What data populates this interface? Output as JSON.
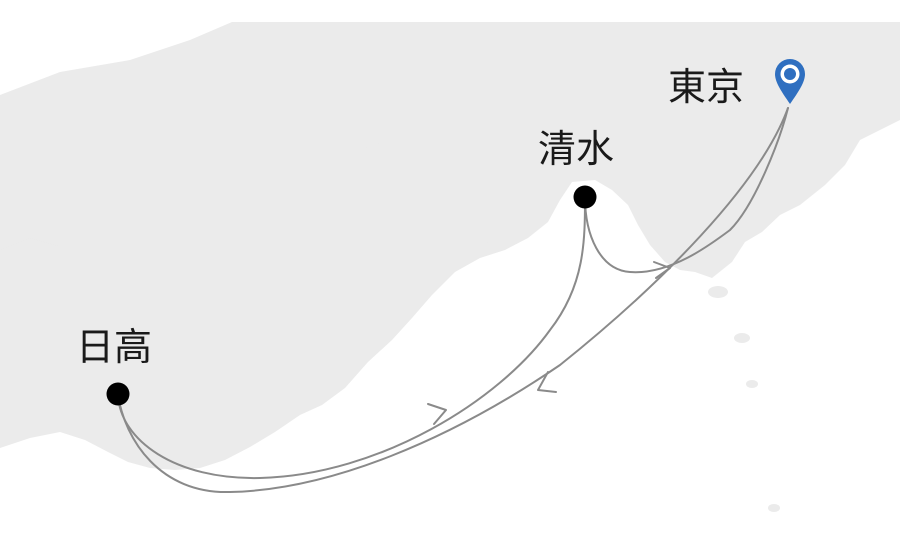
{
  "map": {
    "land_color": "#ebebeb",
    "route_color": "#8a8a8a",
    "marker_color": "#2f6fc0",
    "ports": [
      {
        "id": "tokyo",
        "label": "東京",
        "marker": "pin-icon"
      },
      {
        "id": "shimizu",
        "label": "清水",
        "marker": "dot"
      },
      {
        "id": "hidaka",
        "label": "日高",
        "marker": "dot"
      }
    ],
    "routes": [
      {
        "from": "shimizu",
        "to": "tokyo"
      },
      {
        "from": "tokyo",
        "to": "hidaka"
      },
      {
        "from": "hidaka",
        "to": "shimizu"
      }
    ]
  }
}
